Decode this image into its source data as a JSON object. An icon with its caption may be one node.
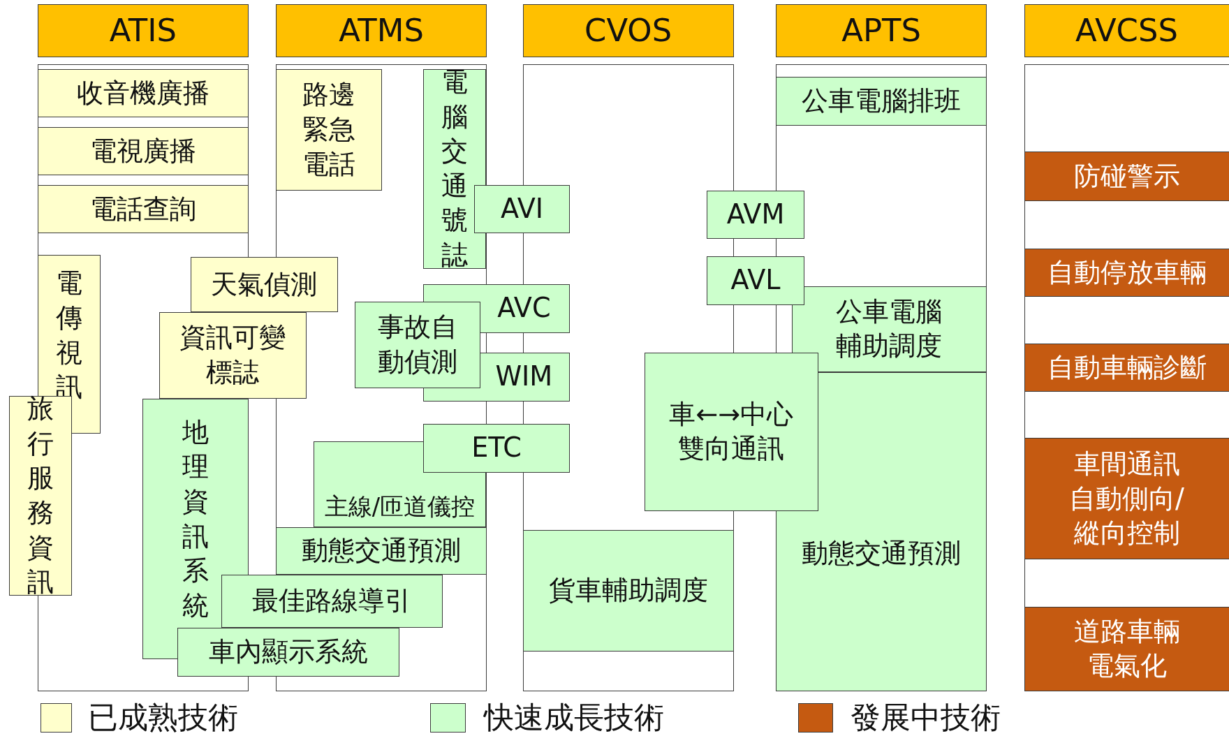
{
  "diagram": {
    "nodes": [
      {
        "text": [
          "ATIS"
        ]
      },
      {
        "text": [
          "ATMS"
        ]
      },
      {
        "text": [
          "CVOS"
        ]
      },
      {
        "text": [
          "APTS"
        ]
      },
      {
        "text": [
          "AVCSS"
        ]
      },
      {
        "text": [
          "收音機廣播"
        ]
      },
      {
        "text": [
          "電視廣播"
        ]
      },
      {
        "text": [
          "電話查詢"
        ]
      },
      {
        "text": [
          "電傳視訊"
        ]
      },
      {
        "text": [
          "旅行服務資訊"
        ]
      },
      {
        "text": [
          "天氣偵測"
        ]
      },
      {
        "text": [
          "資訊可變標誌"
        ]
      },
      {
        "text": [
          "地理資訊系統"
        ]
      },
      {
        "text": [
          "路邊緊急電話"
        ]
      },
      {
        "text": [
          "電腦交通號誌"
        ]
      },
      {
        "text": [
          "AVI"
        ]
      },
      {
        "text": [
          "AVC"
        ]
      },
      {
        "text": [
          "事故自動偵測"
        ]
      },
      {
        "text": [
          "WIM"
        ]
      },
      {
        "text": [
          "ETC"
        ]
      },
      {
        "text": [
          "主線/匝道儀控"
        ]
      },
      {
        "text": [
          "動態交通預測"
        ]
      },
      {
        "text": [
          "最佳路線導引"
        ]
      },
      {
        "text": [
          "車內顯示系統"
        ]
      },
      {
        "text": [
          "貨車輔助調度"
        ]
      },
      {
        "text": [
          "公車電腦排班"
        ]
      },
      {
        "text": [
          "AVM"
        ]
      },
      {
        "text": [
          "AVL"
        ]
      },
      {
        "text": [
          "公車電腦輔助調度"
        ]
      },
      {
        "text": [
          "動態交通預測"
        ]
      },
      {
        "text": [
          "車←→中心雙向通訊"
        ]
      },
      {
        "text": [
          "防碰警示"
        ]
      },
      {
        "text": [
          "自動停放車輛"
        ]
      },
      {
        "text": [
          "自動車輛診斷"
        ]
      },
      {
        "text": [
          "車間通訊自動側向/縱向控制"
        ]
      },
      {
        "text": [
          "道路車輛電氣化"
        ]
      }
    ],
    "legend": [
      {
        "text": "已成熟技術",
        "color": "#ffffcc"
      },
      {
        "text": "快速成長技術",
        "color": "#ccffcc"
      },
      {
        "text": "發展中技術",
        "color": "#c55a11"
      }
    ]
  }
}
